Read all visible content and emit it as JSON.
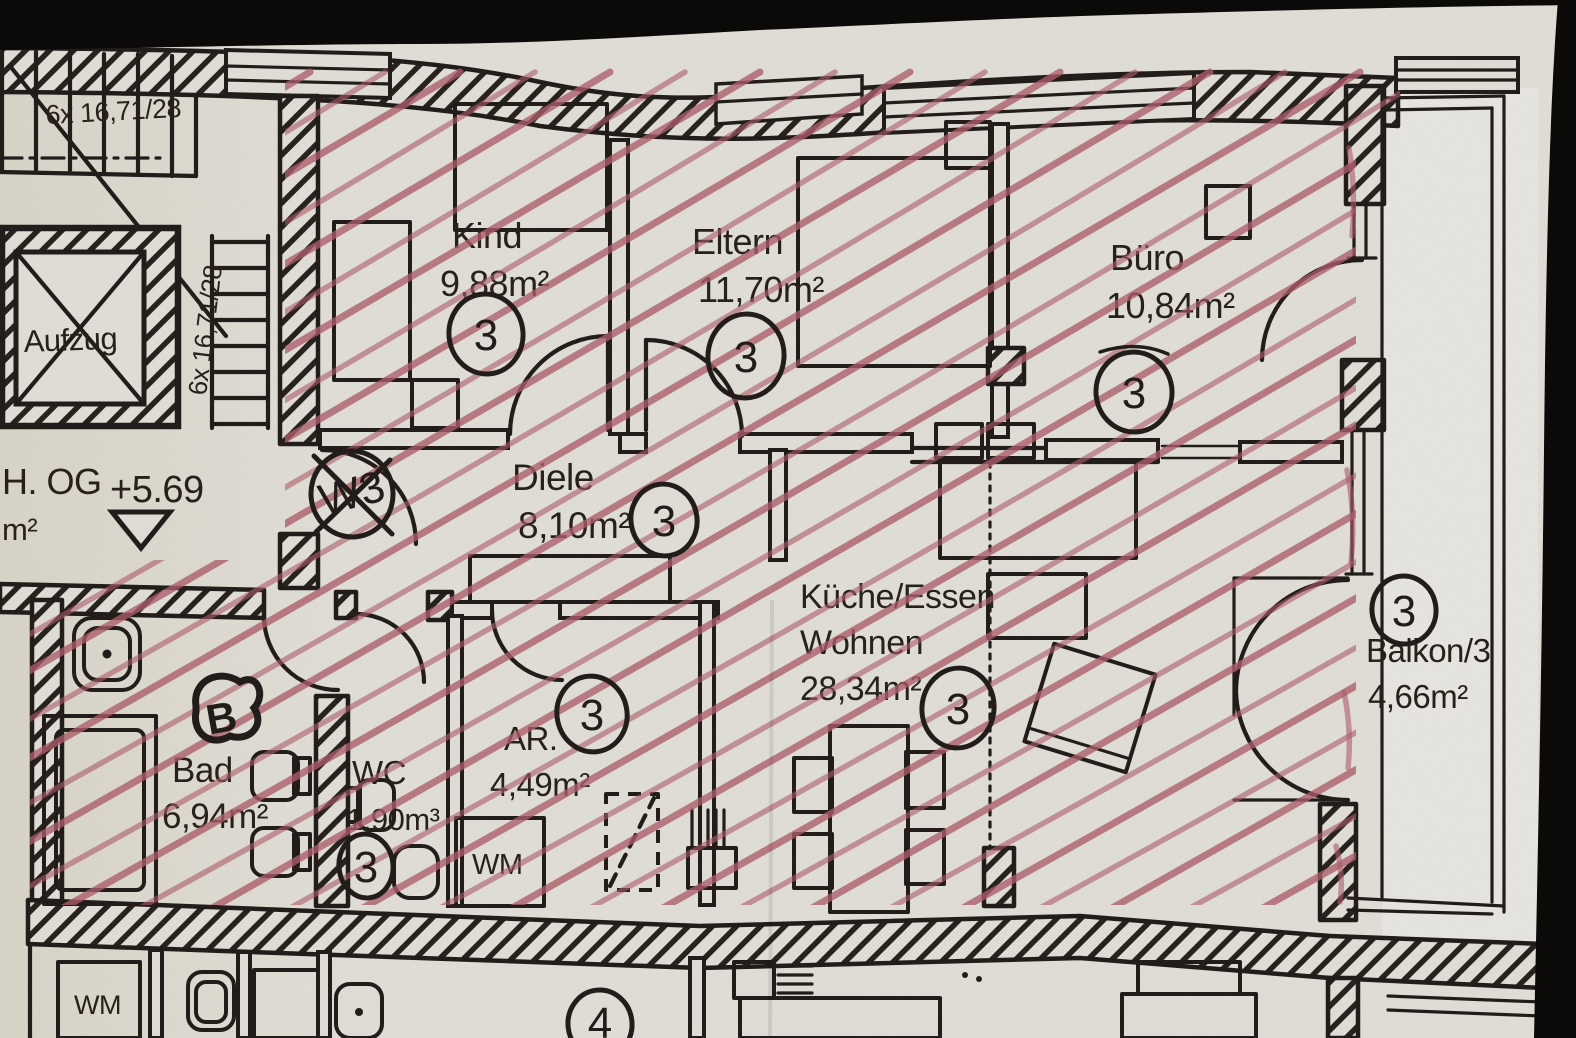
{
  "colors": {
    "paper": "#e9e6df",
    "ink": "#241f1c",
    "crayon": "#b4616e",
    "photo_edge": "#0b0a08"
  },
  "stairwell": {
    "stair_spec_top": "6x 16,71/28",
    "stair_spec_side": "6x 16,71/28",
    "elevator_label": "Aufzug",
    "level_label": "H. OG",
    "level_height": "+5.69",
    "area_fragment": "m²"
  },
  "rooms": {
    "kind": {
      "name": "Kind",
      "area": "9,88m²",
      "unit": "3"
    },
    "eltern": {
      "name": "Eltern",
      "area": "11,70m²",
      "unit": "3"
    },
    "buero": {
      "name": "Büro",
      "area": "10,84m²",
      "unit": "3"
    },
    "diele": {
      "name": "Diele",
      "area": "8,10m²",
      "unit": "3"
    },
    "kueche": {
      "name_line1": "Küche/Essen",
      "name_line2": "Wohnen",
      "area": "28,34m²",
      "unit": "3"
    },
    "bad": {
      "name": "Bad",
      "area": "6,94m²",
      "marker": "B"
    },
    "wc": {
      "name": "WC",
      "area": "1,90m³",
      "unit": "3"
    },
    "ar": {
      "name": "AR.",
      "area": "4,49m²",
      "unit": "3"
    },
    "balkon": {
      "name": "Balkon/3",
      "area": "4,66m²",
      "unit": "3"
    }
  },
  "appliances": {
    "washing_machine_ar": "WM",
    "washing_machine_lower": "WM"
  },
  "annotations": {
    "crossed_unit": "W3",
    "lower_unit_number": "4"
  }
}
